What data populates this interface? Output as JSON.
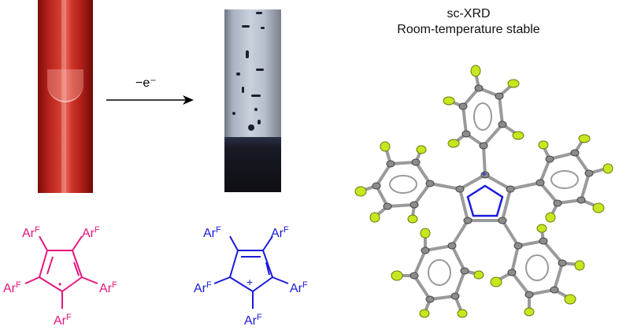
{
  "arrow": {
    "label": "−e⁻"
  },
  "xrd": {
    "line1": "sc-XRD",
    "line2": "Room-temperature stable"
  },
  "substituent": {
    "base": "Ar",
    "sup": "F"
  },
  "charges": {
    "radical": "•",
    "cation": "+"
  },
  "colors": {
    "radical": "#e6167e",
    "cation": "#1a1adb",
    "crystal_ring": "#1a1adb",
    "bond": "#9a9a9a",
    "fluorine": "#c8e61e"
  }
}
